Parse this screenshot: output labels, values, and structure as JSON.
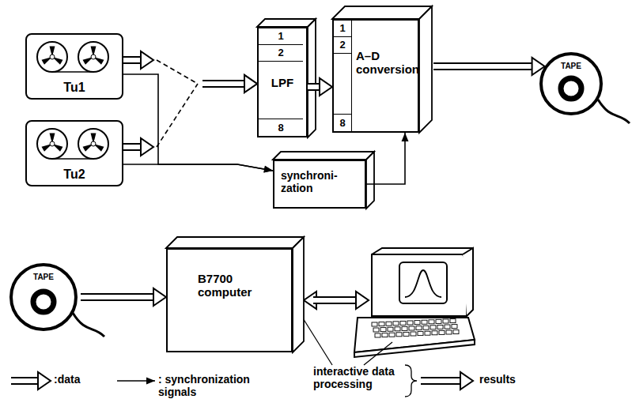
{
  "diagram": {
    "nodes": [
      {
        "text": [
          "Tu1"
        ]
      },
      {
        "text": [
          "Tu2"
        ]
      },
      {
        "text": [
          "1",
          "2",
          "LPF",
          "8"
        ]
      },
      {
        "text": [
          "1",
          "2",
          "A–D conversion",
          "8"
        ]
      },
      {
        "text": [
          "synchroni- zation"
        ]
      },
      {
        "text": [
          "TAPE"
        ]
      },
      {
        "text": [
          "TAPE"
        ]
      },
      {
        "text": [
          "B7700 computer"
        ]
      }
    ],
    "edges": [
      {
        "from": 0,
        "to": 2,
        "arrow": "to"
      },
      {
        "from": 1,
        "to": 2,
        "arrow": "to"
      },
      {
        "from": 2,
        "to": 3,
        "arrow": "to"
      },
      {
        "from": 0,
        "to": 4,
        "arrow": "to"
      },
      {
        "from": 1,
        "to": 4,
        "arrow": "to"
      },
      {
        "from": 4,
        "to": 3,
        "arrow": "to"
      },
      {
        "from": 3,
        "to": 5,
        "arrow": "to"
      },
      {
        "from": 6,
        "to": 7,
        "arrow": "to"
      }
    ],
    "labels": [
      "interactive data processing",
      "results"
    ],
    "legend": [
      {
        "text": ":data"
      },
      {
        "text": ": synchronization signals"
      }
    ]
  }
}
